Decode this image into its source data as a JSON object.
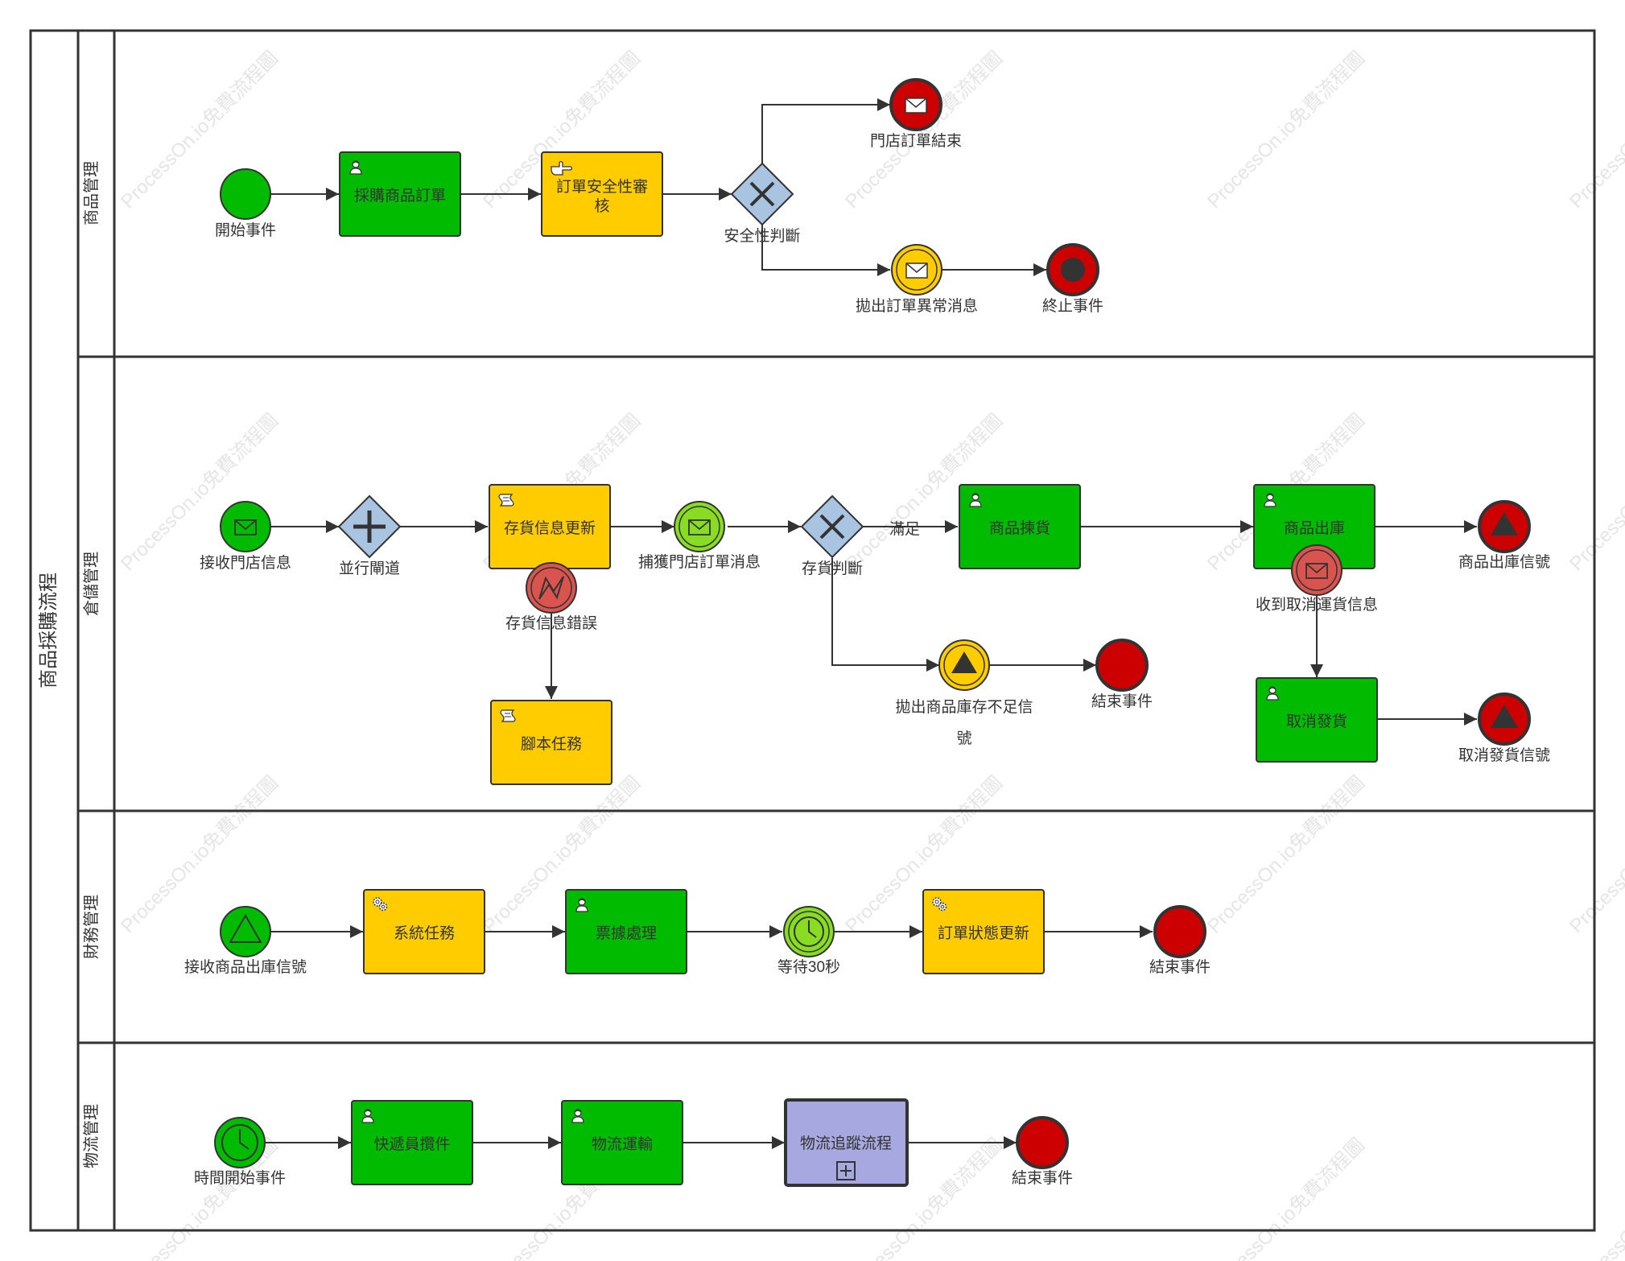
{
  "pool": {
    "title": "商品採購流程"
  },
  "lanes": [
    {
      "id": "lane1",
      "label": "商品管理"
    },
    {
      "id": "lane2",
      "label": "倉儲管理"
    },
    {
      "id": "lane3",
      "label": "財務管理"
    },
    {
      "id": "lane4",
      "label": "物流管理"
    }
  ],
  "watermark_text": "ProcessOn.io免費流程圖",
  "nodes": {
    "start1": {
      "label": "開始事件"
    },
    "task_purchase": {
      "label": "採購商品訂單"
    },
    "task_review": {
      "label1": "訂單安全性審",
      "label2": "核"
    },
    "gw_safety": {
      "label": "安全性判斷"
    },
    "end_store": {
      "label": "門店訂單結束"
    },
    "throw_exception": {
      "label": "拋出訂單異常消息"
    },
    "end_terminate": {
      "label": "終止事件"
    },
    "start_msg": {
      "label": "接收門店信息"
    },
    "gw_parallel": {
      "label": "並行閘道"
    },
    "task_stock_update": {
      "label": "存貨信息更新"
    },
    "boundary_stock_error": {
      "label": "存貨信息錯誤"
    },
    "task_script": {
      "label": "腳本任務"
    },
    "catch_store_msg": {
      "label": "捕獲門店訂單消息"
    },
    "gw_stock": {
      "label": "存貨判斷"
    },
    "flow_satisfied": {
      "label": "滿足"
    },
    "task_pick": {
      "label": "商品揀貨"
    },
    "throw_stock_short": {
      "label1": "拋出商品庫存不足信",
      "label2": "號"
    },
    "end_stock": {
      "label": "結束事件"
    },
    "task_outbound": {
      "label": "商品出庫"
    },
    "boundary_cancel_msg": {
      "label": "收到取消運貨信息"
    },
    "end_outbound_signal": {
      "label": "商品出庫信號"
    },
    "task_cancel": {
      "label": "取消發貨"
    },
    "end_cancel_signal": {
      "label": "取消發貨信號"
    },
    "start_signal": {
      "label": "接收商品出庫信號"
    },
    "task_system": {
      "label": "系統任務"
    },
    "task_invoice": {
      "label": "票據處理"
    },
    "timer_wait": {
      "label": "等待30秒"
    },
    "task_status": {
      "label": "訂單狀態更新"
    },
    "end_finance": {
      "label": "結束事件"
    },
    "start_timer": {
      "label": "時間開始事件"
    },
    "task_courier": {
      "label": "快遞員攬件"
    },
    "task_transport": {
      "label": "物流運輸"
    },
    "subprocess_track": {
      "label": "物流追蹤流程"
    },
    "end_logistics": {
      "label": "結束事件"
    }
  },
  "colors": {
    "task_green": "#00bb00",
    "task_yellow": "#ffcc00",
    "start_green": "#00bb00",
    "end_red": "#cc0000",
    "gateway_blue": "#a9c4e0",
    "boundary_red": "#d9534f",
    "catch_lime": "#88dd22",
    "subprocess_purple": "#a8a8e0",
    "line": "#333333"
  }
}
